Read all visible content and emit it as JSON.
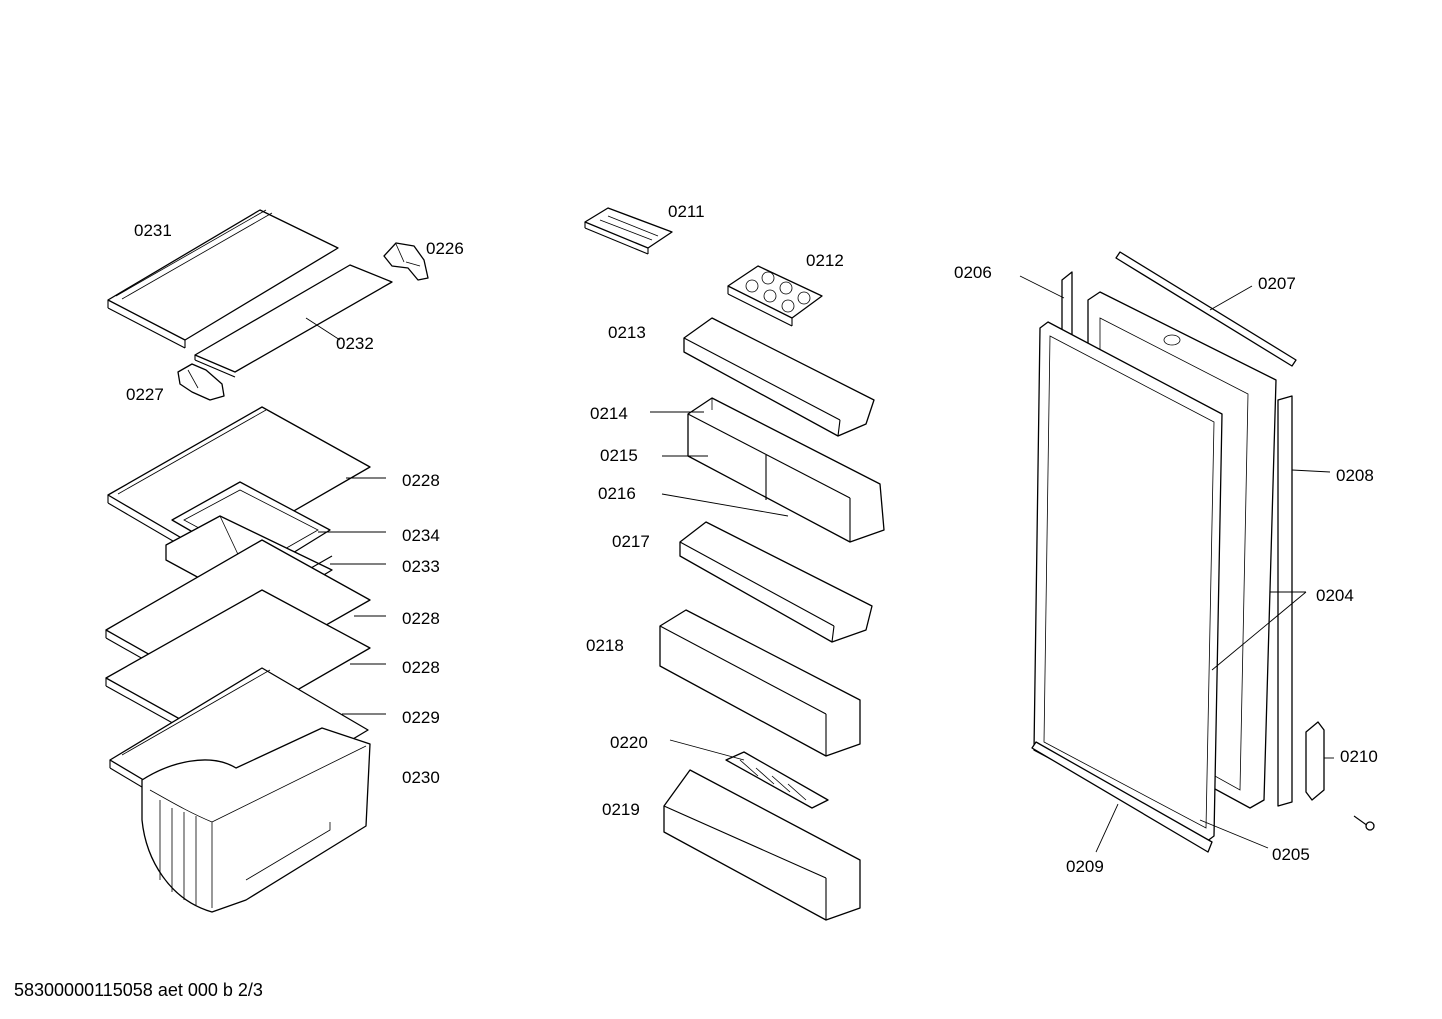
{
  "labels": {
    "p0231": "0231",
    "p0226": "0226",
    "p0232": "0232",
    "p0227": "0227",
    "p0228a": "0228",
    "p0234": "0234",
    "p0233": "0233",
    "p0228b": "0228",
    "p0228c": "0228",
    "p0229": "0229",
    "p0230": "0230",
    "p0211": "0211",
    "p0212": "0212",
    "p0213": "0213",
    "p0214": "0214",
    "p0215": "0215",
    "p0216": "0216",
    "p0217": "0217",
    "p0218": "0218",
    "p0220": "0220",
    "p0219": "0219",
    "p0206": "0206",
    "p0207": "0207",
    "p0208": "0208",
    "p0204": "0204",
    "p0210": "0210",
    "p0209": "0209",
    "p0205": "0205"
  },
  "footer": "58300000115058 aet 000 b 2/3"
}
